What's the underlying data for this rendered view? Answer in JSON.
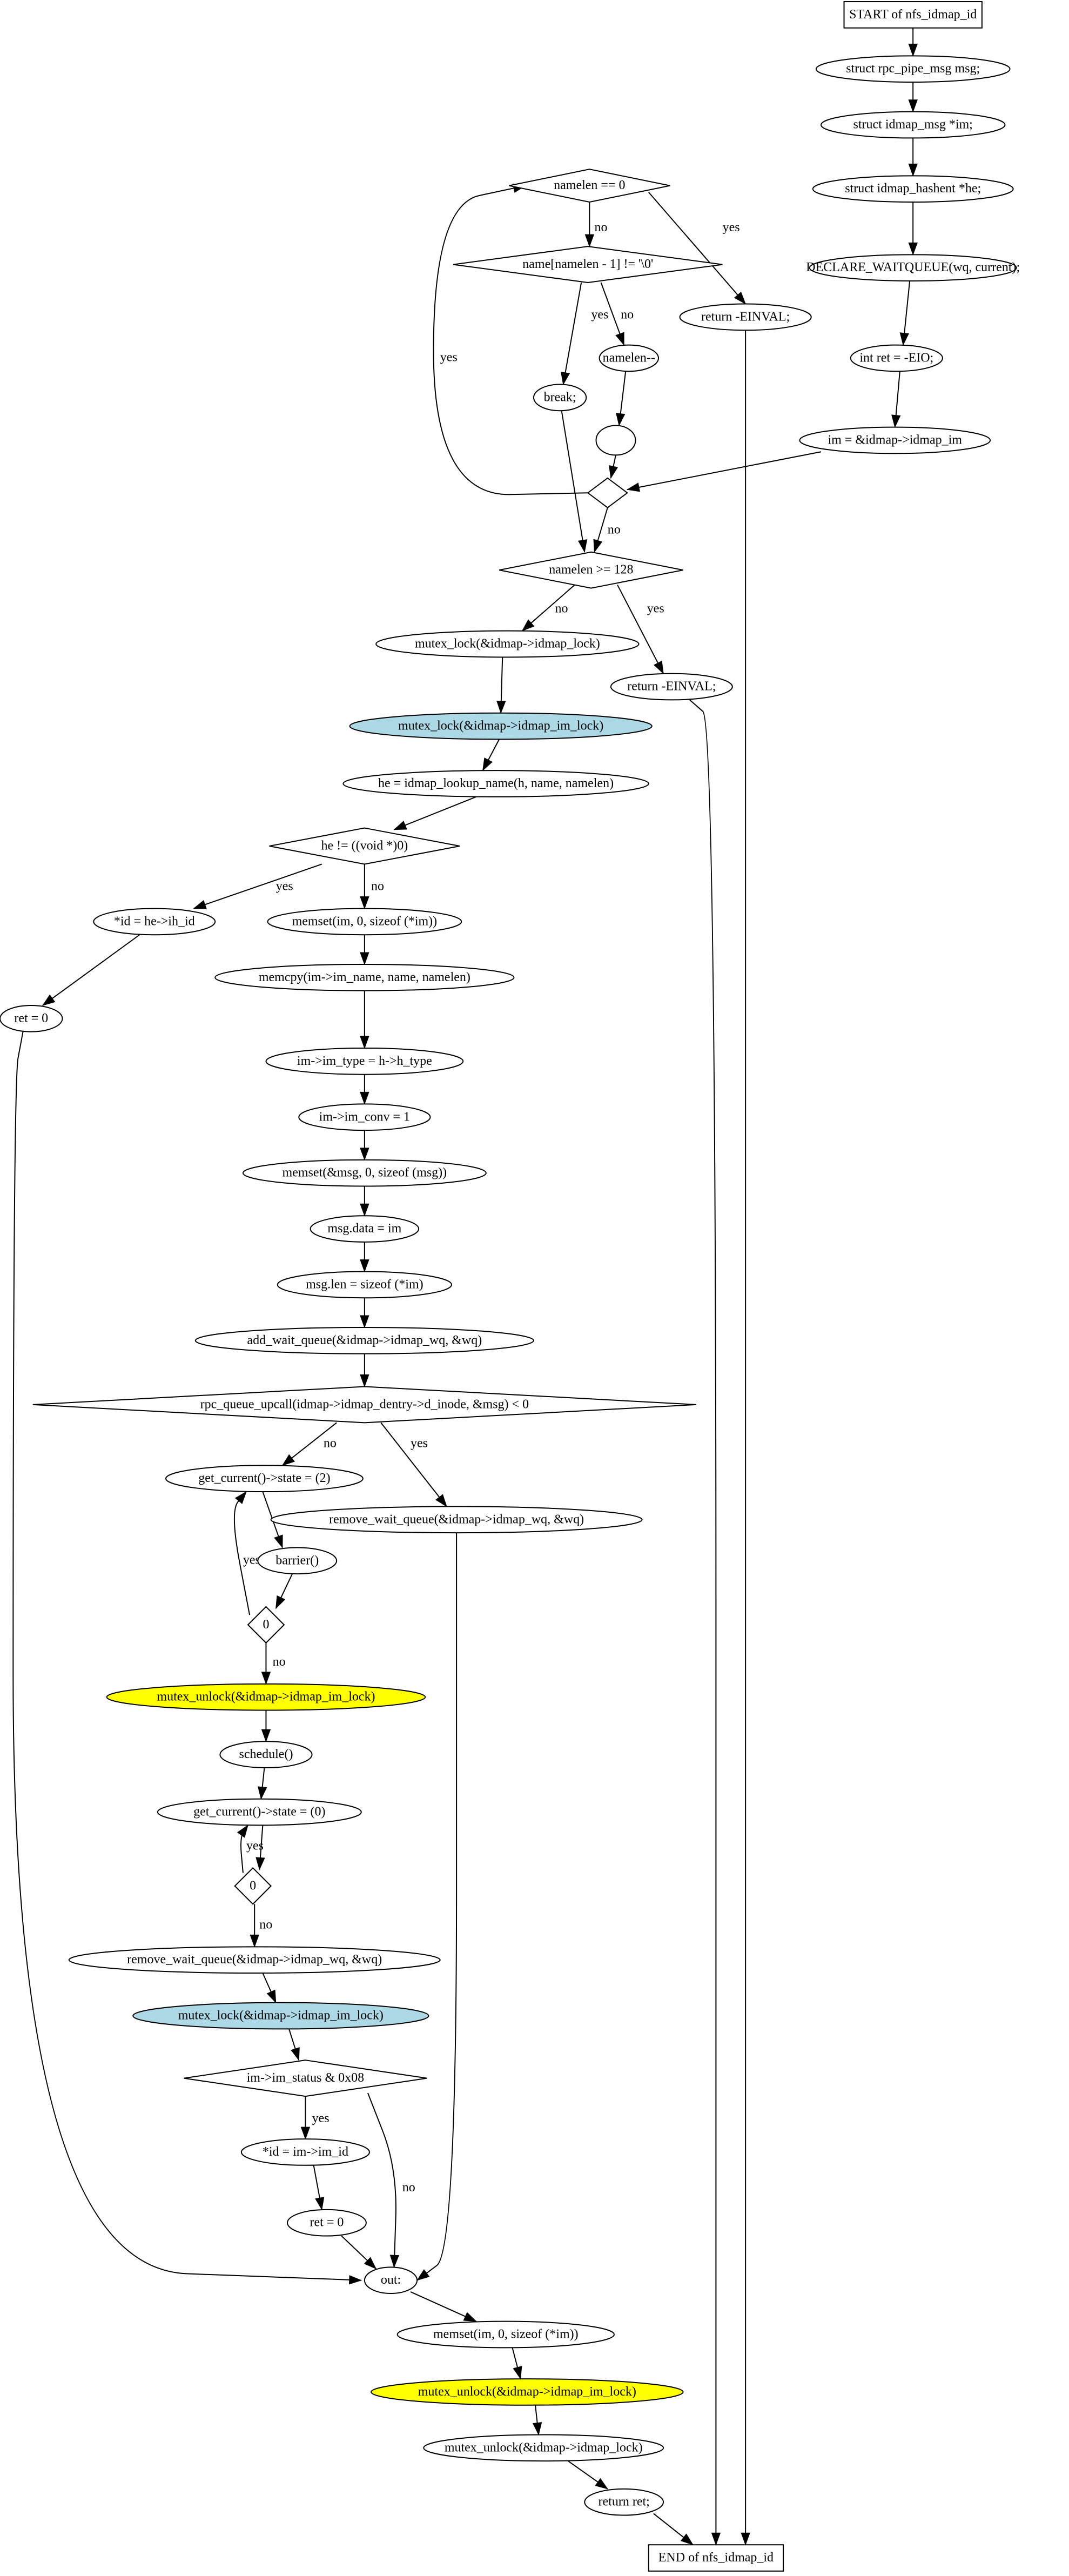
{
  "diagram": {
    "nodes": [
      {
        "id": "start",
        "label": "START of nfs_idmap_id",
        "shape": "box"
      },
      {
        "id": "n1",
        "label": "struct rpc_pipe_msg msg;",
        "shape": "ellipse"
      },
      {
        "id": "n2",
        "label": "struct idmap_msg *im;",
        "shape": "ellipse"
      },
      {
        "id": "n3",
        "label": "struct idmap_hashent *he;",
        "shape": "ellipse"
      },
      {
        "id": "n4",
        "label": "DECLARE_WAITQUEUE(wq, current);",
        "shape": "ellipse"
      },
      {
        "id": "n5",
        "label": "int ret = -EIO;",
        "shape": "ellipse"
      },
      {
        "id": "n6",
        "label": "im = &idmap->idmap_im",
        "shape": "ellipse"
      },
      {
        "id": "d1",
        "label": "namelen == 0",
        "shape": "diamond"
      },
      {
        "id": "d2",
        "label": "name[namelen - 1] != '\\0'",
        "shape": "diamond"
      },
      {
        "id": "r1",
        "label": "return -EINVAL;",
        "shape": "ellipse"
      },
      {
        "id": "n7",
        "label": "namelen--",
        "shape": "ellipse"
      },
      {
        "id": "n8",
        "label": "break;",
        "shape": "ellipse"
      },
      {
        "id": "n9",
        "label": "",
        "shape": "ellipse"
      },
      {
        "id": "d3",
        "label": "",
        "shape": "diamond"
      },
      {
        "id": "d4",
        "label": "namelen >= 128",
        "shape": "diamond"
      },
      {
        "id": "n10",
        "label": "mutex_lock(&idmap->idmap_lock)",
        "shape": "ellipse"
      },
      {
        "id": "r2",
        "label": "return -EINVAL;",
        "shape": "ellipse"
      },
      {
        "id": "n11",
        "label": "mutex_lock(&idmap->idmap_im_lock)",
        "shape": "ellipse",
        "fill": "#ADD8E6"
      },
      {
        "id": "n12",
        "label": "he = idmap_lookup_name(h, name, namelen)",
        "shape": "ellipse"
      },
      {
        "id": "d5",
        "label": "he != ((void *)0)",
        "shape": "diamond"
      },
      {
        "id": "n13",
        "label": "*id = he->ih_id",
        "shape": "ellipse"
      },
      {
        "id": "n14",
        "label": "memset(im, 0, sizeof (*im))",
        "shape": "ellipse"
      },
      {
        "id": "n15",
        "label": "ret = 0",
        "shape": "ellipse"
      },
      {
        "id": "n16",
        "label": "memcpy(im->im_name, name, namelen)",
        "shape": "ellipse"
      },
      {
        "id": "n17",
        "label": "im->im_type = h->h_type",
        "shape": "ellipse"
      },
      {
        "id": "n18",
        "label": "im->im_conv = 1",
        "shape": "ellipse"
      },
      {
        "id": "n19",
        "label": "memset(&msg, 0, sizeof (msg))",
        "shape": "ellipse"
      },
      {
        "id": "n20",
        "label": "msg.data = im",
        "shape": "ellipse"
      },
      {
        "id": "n21",
        "label": "msg.len = sizeof (*im)",
        "shape": "ellipse"
      },
      {
        "id": "n22",
        "label": "add_wait_queue(&idmap->idmap_wq, &wq)",
        "shape": "ellipse"
      },
      {
        "id": "d6",
        "label": "rpc_queue_upcall(idmap->idmap_dentry->d_inode, &msg) < 0",
        "shape": "diamond"
      },
      {
        "id": "n23",
        "label": "get_current()->state = (2)",
        "shape": "ellipse"
      },
      {
        "id": "n24",
        "label": "remove_wait_queue(&idmap->idmap_wq, &wq)",
        "shape": "ellipse"
      },
      {
        "id": "n25",
        "label": "barrier()",
        "shape": "ellipse"
      },
      {
        "id": "d7",
        "label": "0",
        "shape": "diamond"
      },
      {
        "id": "n26",
        "label": "mutex_unlock(&idmap->idmap_im_lock)",
        "shape": "ellipse",
        "fill": "#FFFF00"
      },
      {
        "id": "n27",
        "label": "schedule()",
        "shape": "ellipse"
      },
      {
        "id": "n28",
        "label": "get_current()->state = (0)",
        "shape": "ellipse"
      },
      {
        "id": "d8",
        "label": "0",
        "shape": "diamond"
      },
      {
        "id": "n29",
        "label": "remove_wait_queue(&idmap->idmap_wq, &wq)",
        "shape": "ellipse"
      },
      {
        "id": "n30",
        "label": "mutex_lock(&idmap->idmap_im_lock)",
        "shape": "ellipse",
        "fill": "#ADD8E6"
      },
      {
        "id": "d9",
        "label": "im->im_status & 0x08",
        "shape": "diamond"
      },
      {
        "id": "n31",
        "label": "*id = im->im_id",
        "shape": "ellipse"
      },
      {
        "id": "n32",
        "label": "ret = 0",
        "shape": "ellipse"
      },
      {
        "id": "out",
        "label": "out:",
        "shape": "ellipse"
      },
      {
        "id": "n33",
        "label": "memset(im, 0, sizeof (*im))",
        "shape": "ellipse"
      },
      {
        "id": "n34",
        "label": "mutex_unlock(&idmap->idmap_im_lock)",
        "shape": "ellipse",
        "fill": "#FFFF00"
      },
      {
        "id": "n35",
        "label": "mutex_unlock(&idmap->idmap_lock)",
        "shape": "ellipse"
      },
      {
        "id": "n36",
        "label": "return ret;",
        "shape": "ellipse"
      },
      {
        "id": "end",
        "label": "END of nfs_idmap_id",
        "shape": "box"
      }
    ],
    "edges": [
      {
        "from": "start",
        "to": "n1",
        "label": ""
      },
      {
        "from": "n1",
        "to": "n2",
        "label": ""
      },
      {
        "from": "n2",
        "to": "n3",
        "label": ""
      },
      {
        "from": "n3",
        "to": "n4",
        "label": ""
      },
      {
        "from": "n4",
        "to": "n5",
        "label": ""
      },
      {
        "from": "n5",
        "to": "n6",
        "label": ""
      },
      {
        "from": "n6",
        "to": "d3",
        "label": ""
      },
      {
        "from": "d3",
        "to": "d1",
        "label": "yes"
      },
      {
        "from": "d3",
        "to": "d4",
        "label": "no"
      },
      {
        "from": "d1",
        "to": "d2",
        "label": "no"
      },
      {
        "from": "d1",
        "to": "r1",
        "label": "yes"
      },
      {
        "from": "d2",
        "to": "n8",
        "label": "yes"
      },
      {
        "from": "d2",
        "to": "n7",
        "label": "no"
      },
      {
        "from": "n7",
        "to": "n9",
        "label": ""
      },
      {
        "from": "n9",
        "to": "d3",
        "label": ""
      },
      {
        "from": "n8",
        "to": "d4",
        "label": ""
      },
      {
        "from": "r1",
        "to": "end",
        "label": ""
      },
      {
        "from": "d4",
        "to": "n10",
        "label": "no"
      },
      {
        "from": "d4",
        "to": "r2",
        "label": "yes"
      },
      {
        "from": "r2",
        "to": "end",
        "label": ""
      },
      {
        "from": "n10",
        "to": "n11",
        "label": ""
      },
      {
        "from": "n11",
        "to": "n12",
        "label": ""
      },
      {
        "from": "n12",
        "to": "d5",
        "label": ""
      },
      {
        "from": "d5",
        "to": "n13",
        "label": "yes"
      },
      {
        "from": "d5",
        "to": "n14",
        "label": "no"
      },
      {
        "from": "n13",
        "to": "n15",
        "label": ""
      },
      {
        "from": "n15",
        "to": "out",
        "label": ""
      },
      {
        "from": "n14",
        "to": "n16",
        "label": ""
      },
      {
        "from": "n16",
        "to": "n17",
        "label": ""
      },
      {
        "from": "n17",
        "to": "n18",
        "label": ""
      },
      {
        "from": "n18",
        "to": "n19",
        "label": ""
      },
      {
        "from": "n19",
        "to": "n20",
        "label": ""
      },
      {
        "from": "n20",
        "to": "n21",
        "label": ""
      },
      {
        "from": "n21",
        "to": "n22",
        "label": ""
      },
      {
        "from": "n22",
        "to": "d6",
        "label": ""
      },
      {
        "from": "d6",
        "to": "n23",
        "label": "no"
      },
      {
        "from": "d6",
        "to": "n24",
        "label": "yes"
      },
      {
        "from": "n24",
        "to": "out",
        "label": ""
      },
      {
        "from": "n23",
        "to": "n25",
        "label": ""
      },
      {
        "from": "n25",
        "to": "d7",
        "label": ""
      },
      {
        "from": "d7",
        "to": "n23",
        "label": "yes"
      },
      {
        "from": "d7",
        "to": "n26",
        "label": "no"
      },
      {
        "from": "n26",
        "to": "n27",
        "label": ""
      },
      {
        "from": "n27",
        "to": "n28",
        "label": ""
      },
      {
        "from": "n28",
        "to": "d8",
        "label": ""
      },
      {
        "from": "d8",
        "to": "n28",
        "label": "yes"
      },
      {
        "from": "d8",
        "to": "n29",
        "label": "no"
      },
      {
        "from": "n29",
        "to": "n30",
        "label": ""
      },
      {
        "from": "n30",
        "to": "d9",
        "label": ""
      },
      {
        "from": "d9",
        "to": "n31",
        "label": "yes"
      },
      {
        "from": "d9",
        "to": "out",
        "label": "no"
      },
      {
        "from": "n31",
        "to": "n32",
        "label": ""
      },
      {
        "from": "n32",
        "to": "out",
        "label": ""
      },
      {
        "from": "out",
        "to": "n33",
        "label": ""
      },
      {
        "from": "n33",
        "to": "n34",
        "label": ""
      },
      {
        "from": "n34",
        "to": "n35",
        "label": ""
      },
      {
        "from": "n35",
        "to": "n36",
        "label": ""
      },
      {
        "from": "n36",
        "to": "end",
        "label": ""
      }
    ]
  }
}
